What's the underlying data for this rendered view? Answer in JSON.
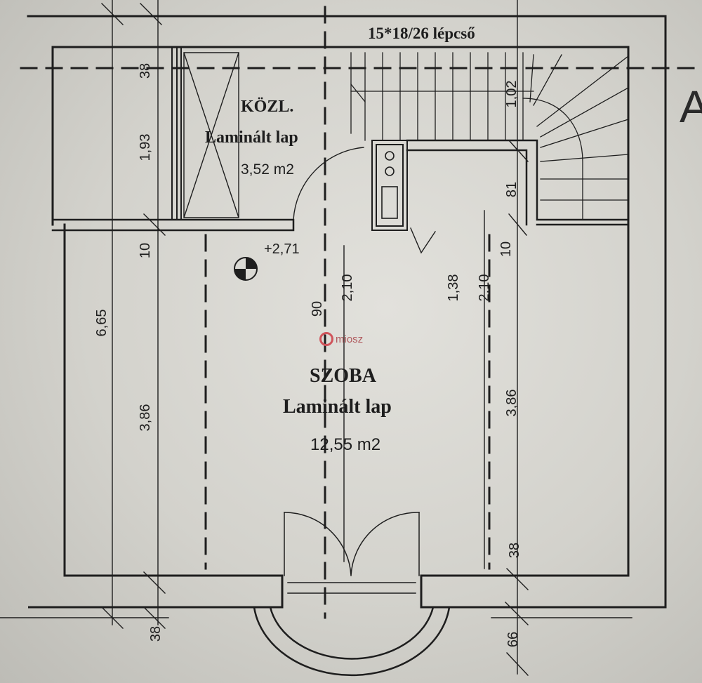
{
  "stair_caption": "15*18/26 lépcső",
  "edge_letter": "A",
  "rooms": {
    "kozl": {
      "name": "KÖZL.",
      "floor": "Laminált lap",
      "area": "3,52 m2"
    },
    "szoba": {
      "name": "SZOBA",
      "floor": "Laminált lap",
      "area": "12,55 m2"
    }
  },
  "level_mark": "+2,71",
  "dimensions": {
    "d_38_top": "38",
    "d_193": "1,93",
    "d_10_left": "10",
    "d_665": "6,65",
    "d_386_left": "3,86",
    "d_38_bottom_left": "38",
    "d_90": "90",
    "d_210_a": "2,10",
    "d_138": "1,38",
    "d_210_b": "2,10",
    "d_102": "1,02",
    "d_81": "81",
    "d_10_right": "10",
    "d_386_right": "3,86",
    "d_38_right": "38",
    "d_66": "66"
  },
  "watermark": "miosz",
  "colors": {
    "ink": "#1e1e1e",
    "paper": "#dcdbd6",
    "watermark": "#d0545b"
  }
}
